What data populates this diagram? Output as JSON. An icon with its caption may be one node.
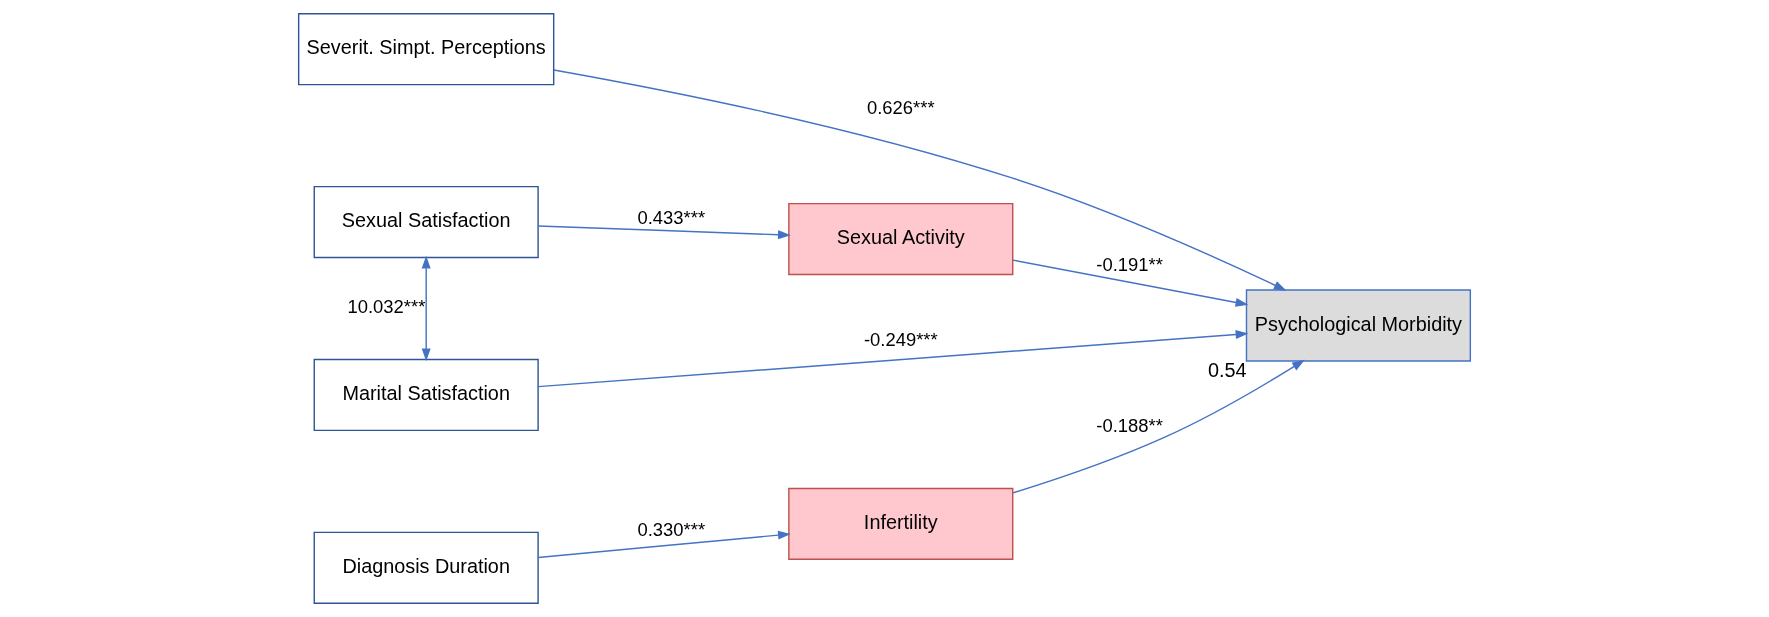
{
  "diagram": {
    "nodes": [
      {
        "text": [
          "Severit. Simpt. Perceptions"
        ]
      },
      {
        "text": [
          "Sexual Satisfaction"
        ]
      },
      {
        "text": [
          "Marital Satisfaction"
        ]
      },
      {
        "text": [
          "Diagnosis Duration"
        ]
      },
      {
        "text": [
          "Sexual Activity"
        ]
      },
      {
        "text": [
          "Infertility"
        ]
      },
      {
        "text": [
          "Psychological Morbidity"
        ],
        "beside": [
          "0.54"
        ]
      }
    ],
    "edges": [
      {
        "from": 1,
        "to": 2,
        "arrow": "both",
        "label": "10.032***"
      },
      {
        "from": 0,
        "to": 6,
        "arrow": "to",
        "label": "0.626***"
      },
      {
        "from": 1,
        "to": 4,
        "arrow": "to",
        "label": "0.433***"
      },
      {
        "from": 4,
        "to": 6,
        "arrow": "to",
        "label": "-0.191**"
      },
      {
        "from": 2,
        "to": 6,
        "arrow": "to",
        "label": "-0.249***"
      },
      {
        "from": 3,
        "to": 5,
        "arrow": "to",
        "label": "0.330***"
      },
      {
        "from": 5,
        "to": 6,
        "arrow": "to",
        "label": "-0.188**"
      }
    ]
  }
}
